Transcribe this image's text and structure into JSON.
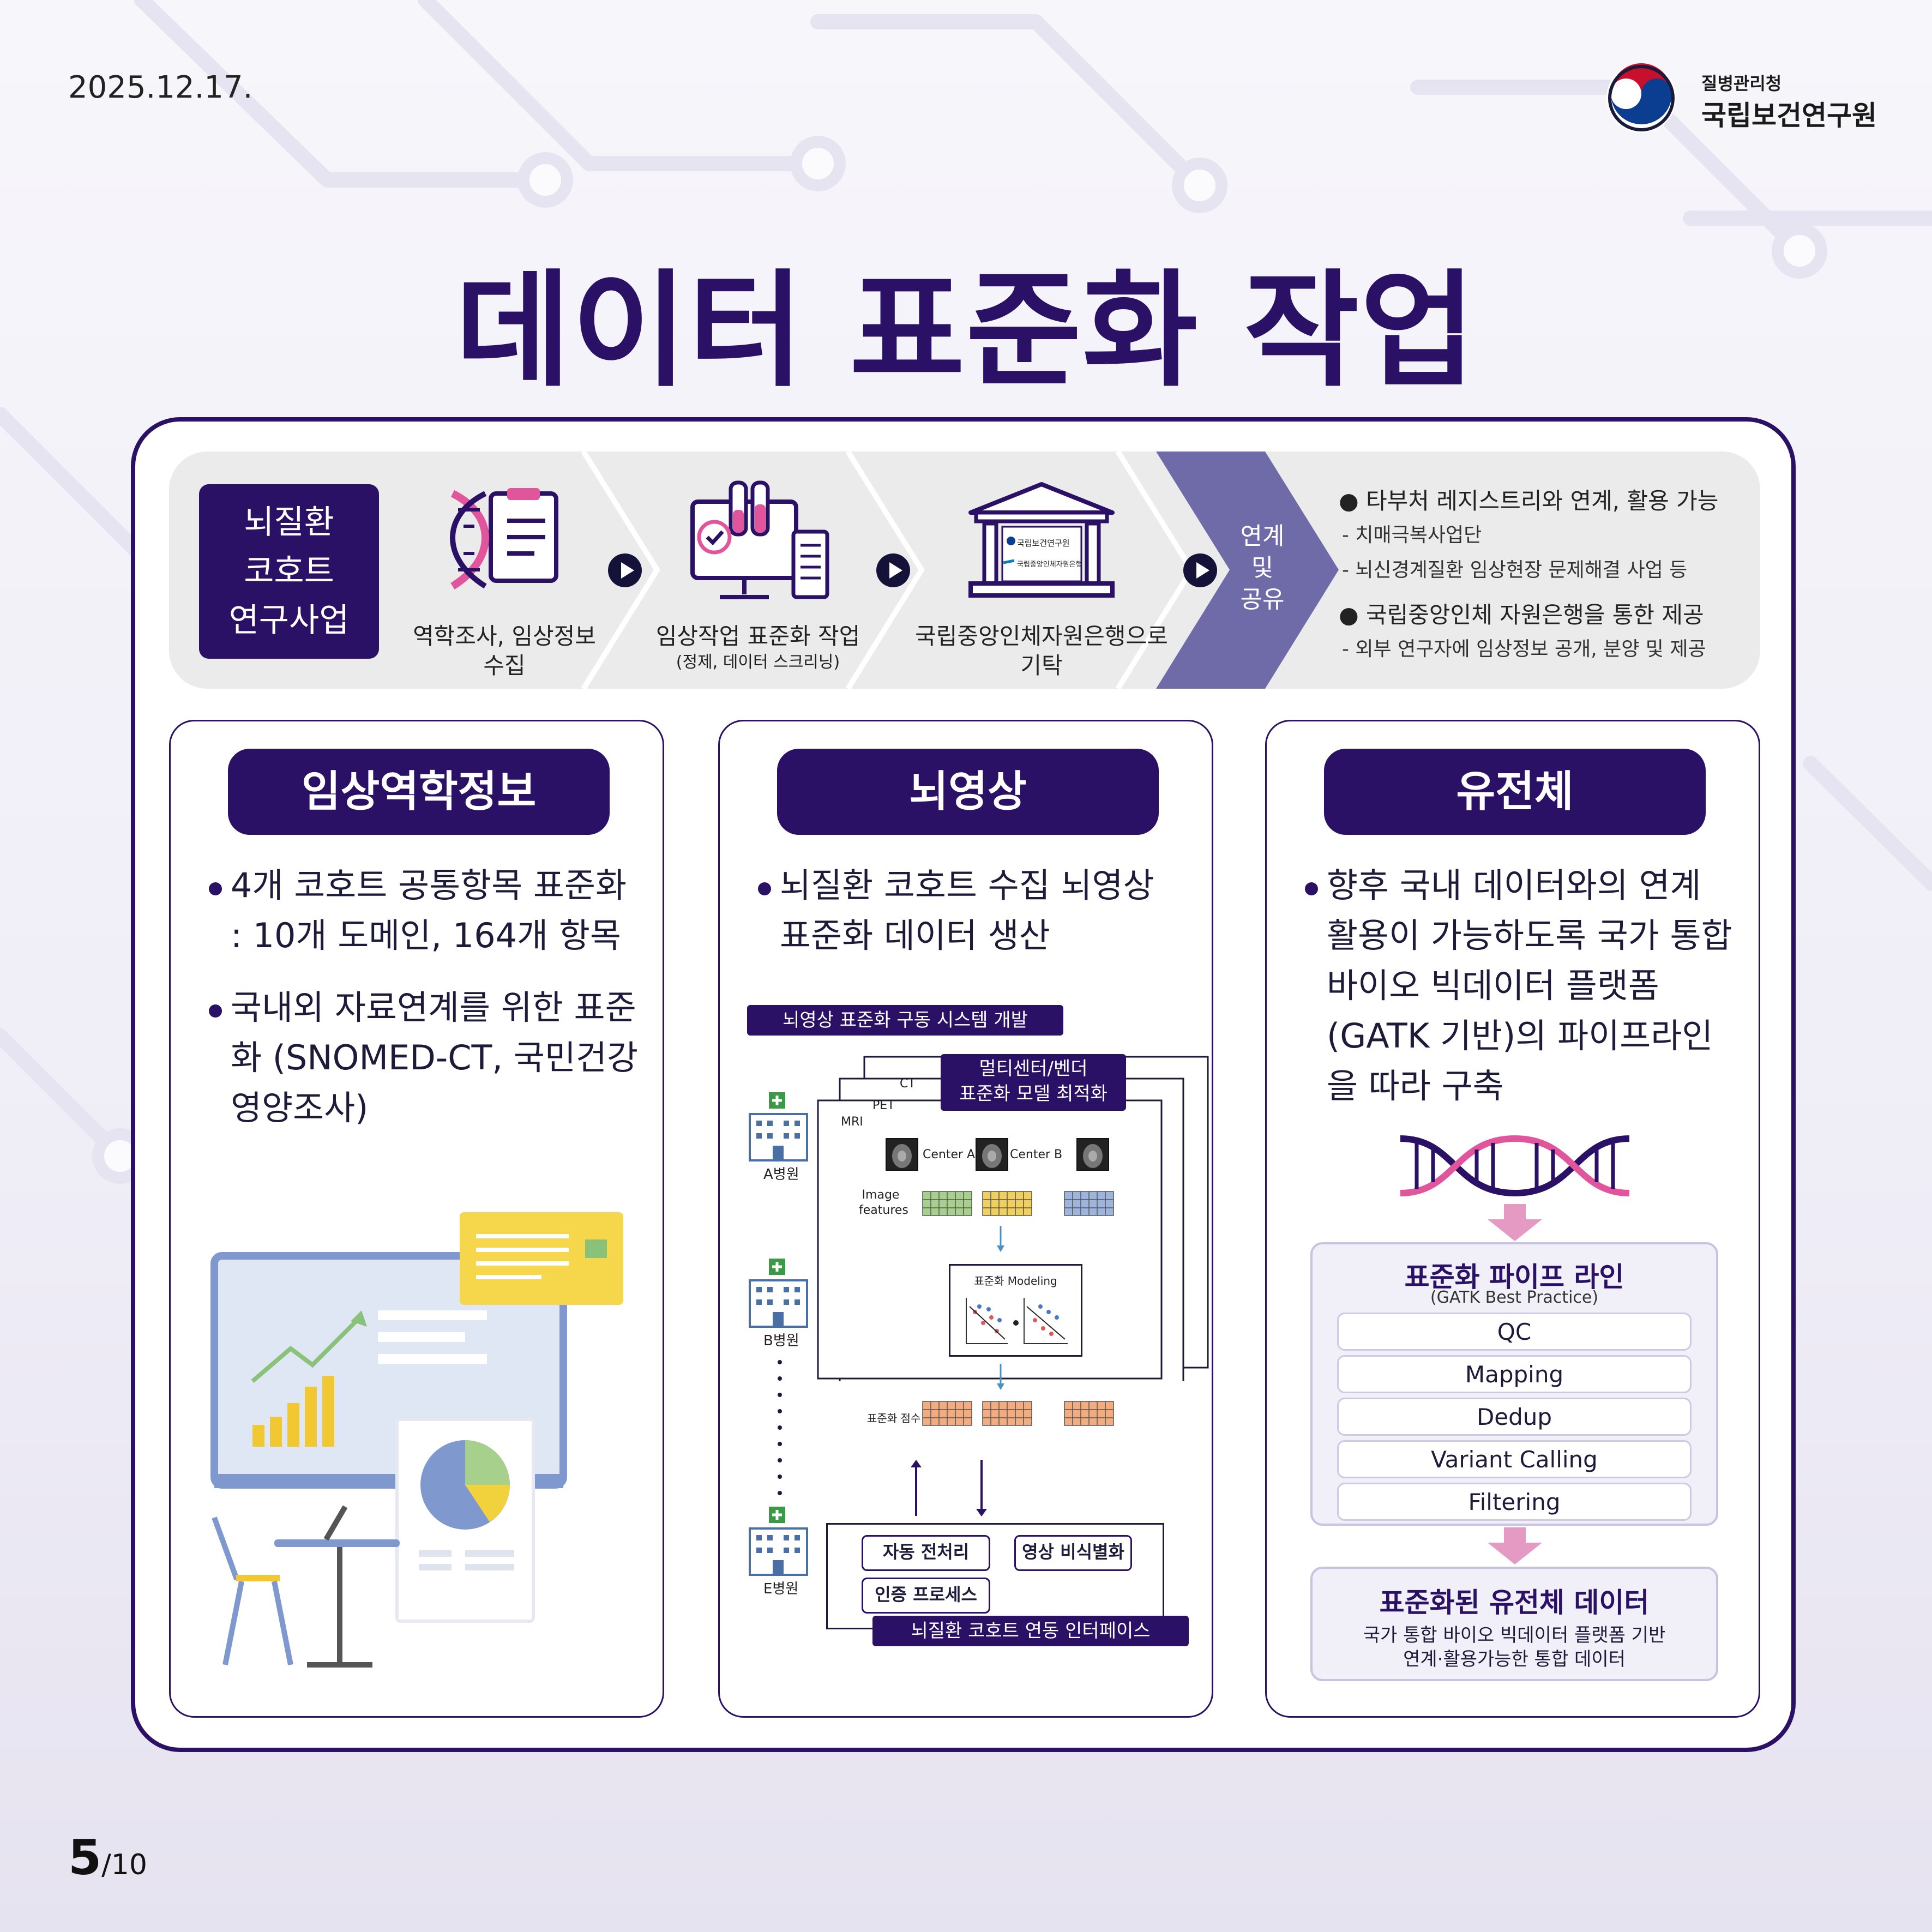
{
  "date": "2025.12.17.",
  "org": {
    "sub": "질병관리청",
    "main": "국립보건연구원"
  },
  "title": "데이터 표준화 작업",
  "process": {
    "start": [
      "뇌질환",
      "코호트",
      "연구사업"
    ],
    "steps": [
      {
        "label": "역학조사, 임상정보 수집",
        "note": ""
      },
      {
        "label": "임상작업 표준화 작업",
        "note": "(정제, 데이터 스크리닝)"
      },
      {
        "label": "국립중앙인체자원은행으로 기탁",
        "note": ""
      }
    ],
    "bank_sign_1": "국립보건연구원",
    "bank_sign_2": "국립중앙인체자원은행",
    "link_text": [
      "연계",
      "및",
      "공유"
    ],
    "share": [
      {
        "bullet": "타부처 레지스트리와 연계, 활용 가능",
        "subs": [
          "- 치매극복사업단",
          "- 뇌신경계질환 임상현장 문제해결 사업 등"
        ]
      },
      {
        "bullet": "국립중앙인체 자원은행을 통한 제공",
        "subs": [
          "- 외부 연구자에 임상정보 공개, 분양 및 제공"
        ]
      }
    ]
  },
  "panels": {
    "clinical": {
      "title": "임상역학정보",
      "bullets": [
        "4개 코호트 공통항목 표준화 : 10개 도메인, 164개 항목",
        "국내외 자료연계를 위한 표준화 (SNOMED-CT, 국민건강영양조사)"
      ]
    },
    "imaging": {
      "title": "뇌영상",
      "bullets": [
        "뇌질환 코호트 수집 뇌영상 표준화 데이터 생산"
      ],
      "system_tag": "뇌영상 표준화 구동 시스템 개발",
      "model_tag": [
        "멀티센터/벤더",
        "표준화 모델 최적화"
      ],
      "modalities": [
        "CT",
        "PET",
        "MRI"
      ],
      "hospitals": [
        "A병원",
        "B병원",
        "E병원"
      ],
      "center_a": "Center A",
      "center_b": "Center B",
      "image_features": [
        "Image",
        "features"
      ],
      "modeling": "표준화 Modeling",
      "score": "표준화 점수",
      "buttons": [
        "자동 전처리",
        "영상 비식별화",
        "인증 프로세스"
      ],
      "interface_tag": "뇌질환 코호트 연동 인터페이스"
    },
    "genome": {
      "title": "유전체",
      "bullets": [
        "향후 국내 데이터와의 연계 활용이 가능하도록 국가 통합 바이오 빅데이터 플랫폼 (GATK 기반)의 파이프라인을 따라 구축"
      ],
      "pipeline_title": "표준화 파이프 라인",
      "pipeline_sub": "(GATK Best Practice)",
      "steps": [
        "QC",
        "Mapping",
        "Dedup",
        "Variant Calling",
        "Filtering"
      ],
      "output_title": "표준화된 유전체 데이터",
      "output_desc": [
        "국가 통합 바이오 빅데이터 플랫폼 기반",
        "연계·활용가능한 통합 데이터"
      ]
    }
  },
  "pager": {
    "current": "5",
    "total": "/10"
  },
  "colors": {
    "navy": "#2b1166",
    "link": "#6f6ba8",
    "pink": "#e0559b",
    "grid_green": "#a6d08c",
    "grid_yellow": "#f0cf5c",
    "grid_blue": "#9db4dd",
    "grid_orange": "#f2ac80"
  }
}
